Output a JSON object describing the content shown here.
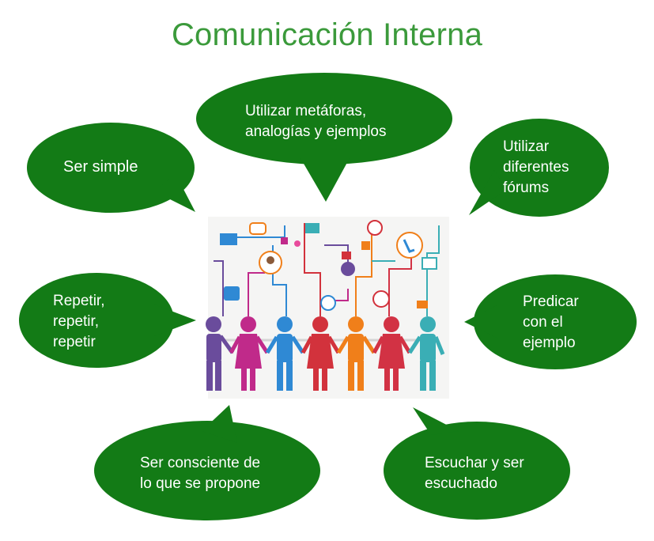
{
  "title": "Comunicación Interna",
  "colors": {
    "title": "#3b9a3b",
    "bubble": "#137b16",
    "bubble_text": "#ffffff"
  },
  "bubbles": [
    {
      "id": "metaforas",
      "lines": [
        "Utilizar  metáforas,",
        "analogías  y ejemplos"
      ]
    },
    {
      "id": "simple",
      "lines": [
        "Ser simple"
      ]
    },
    {
      "id": "forums",
      "lines": [
        "Utilizar",
        "diferentes",
        "fórums"
      ]
    },
    {
      "id": "repetir",
      "lines": [
        "Repetir,",
        "repetir,",
        "repetir"
      ]
    },
    {
      "id": "predicar",
      "lines": [
        "Predicar",
        "con el",
        "ejemplo"
      ]
    },
    {
      "id": "consciente",
      "lines": [
        "Ser consciente de",
        "lo que  se propone"
      ]
    },
    {
      "id": "escuchar",
      "lines": [
        "Escuchar y ser",
        "escuchado"
      ]
    }
  ],
  "figure_colors": [
    "#6a4c9c",
    "#c02a8a",
    "#2f89d4",
    "#d2323c",
    "#f07f1a",
    "#d23244",
    "#3aaeb5"
  ]
}
